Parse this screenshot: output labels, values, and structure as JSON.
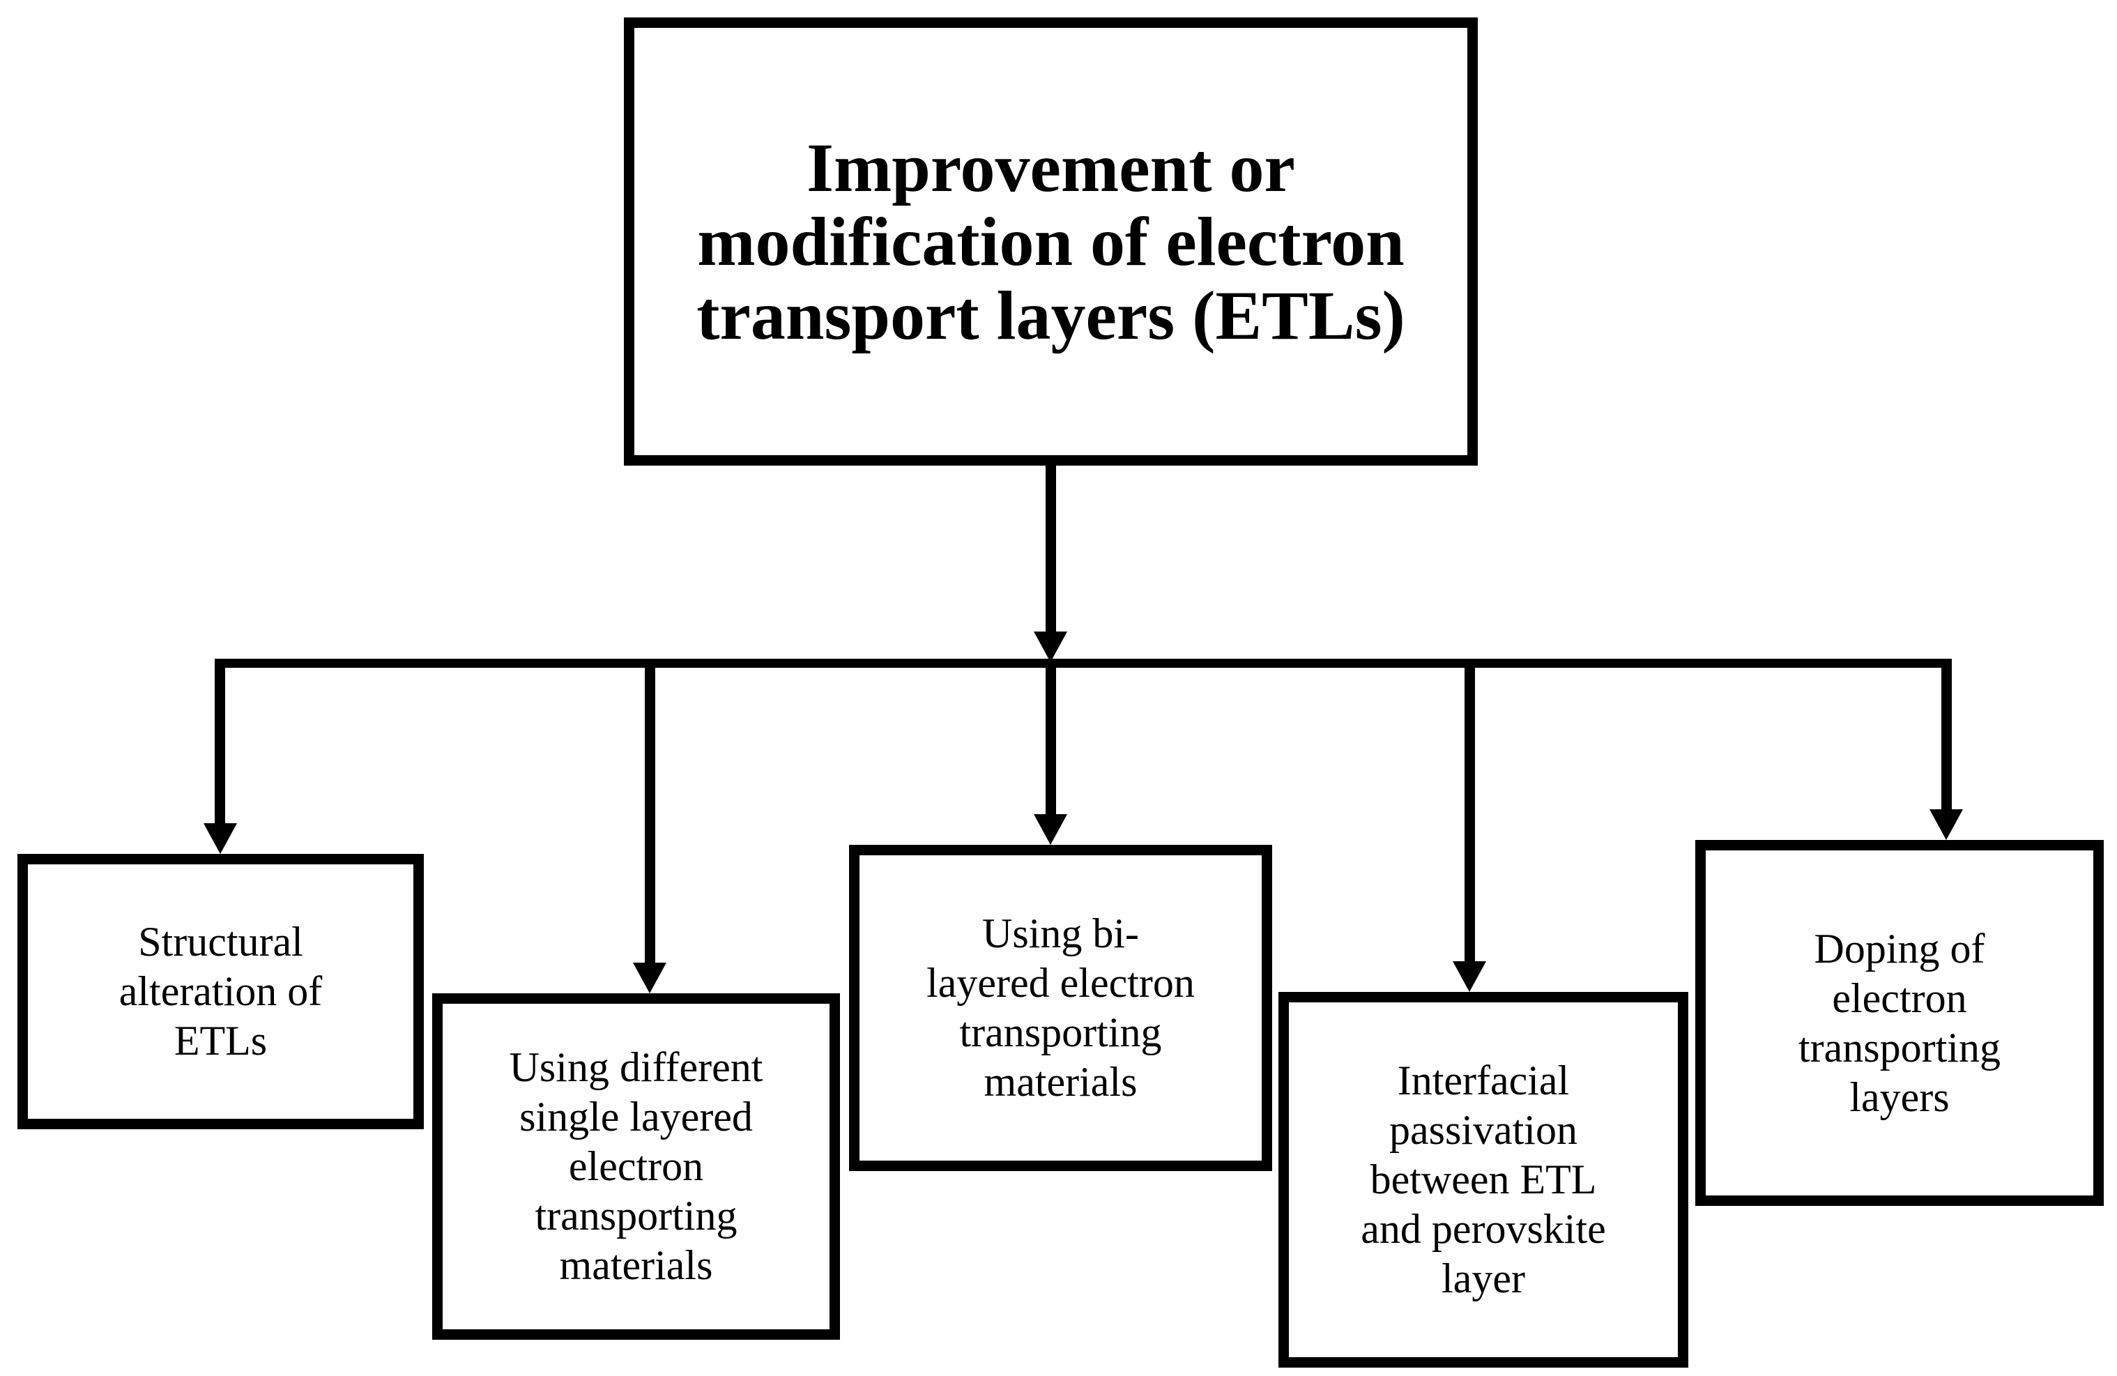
{
  "diagram": {
    "type": "flowchart",
    "background_color": "#ffffff",
    "line_color": "#000000",
    "text_color": "#000000",
    "root": {
      "id": "root",
      "label": "Improvement or\nmodification of electron\ntransport layers (ETLs)"
    },
    "children": [
      {
        "id": "structural-alteration",
        "label": "Structural\nalteration of\nETLs"
      },
      {
        "id": "single-layered-etm",
        "label": "Using different\nsingle layered\nelectron\ntransporting\nmaterials"
      },
      {
        "id": "bi-layered-etm",
        "label": "Using bi-\nlayered electron\ntransporting\nmaterials"
      },
      {
        "id": "interfacial-passivation",
        "label": "Interfacial\npassivation\nbetween ETL\nand perovskite\nlayer"
      },
      {
        "id": "doping-etl",
        "label": "Doping of\nelectron\ntransporting\nlayers"
      }
    ],
    "edges": [
      {
        "from": "root",
        "to": "structural-alteration"
      },
      {
        "from": "root",
        "to": "single-layered-etm"
      },
      {
        "from": "root",
        "to": "bi-layered-etm"
      },
      {
        "from": "root",
        "to": "interfacial-passivation"
      },
      {
        "from": "root",
        "to": "doping-etl"
      }
    ]
  }
}
